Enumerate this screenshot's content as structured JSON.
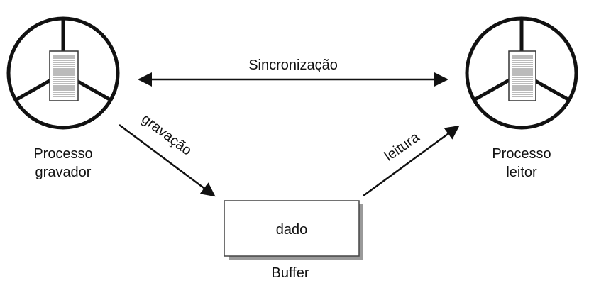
{
  "diagram": {
    "sync_label": "Sincronização",
    "writer": {
      "line1": "Processo",
      "line2": "gravador"
    },
    "reader": {
      "line1": "Processo",
      "line2": "leitor"
    },
    "write_label": "gravação",
    "read_label": "leitura",
    "buffer_content": "dado",
    "buffer_label": "Buffer"
  },
  "colors": {
    "line": "#111111",
    "background": "#ffffff",
    "buffer_shadow": "#9a9a9a"
  }
}
